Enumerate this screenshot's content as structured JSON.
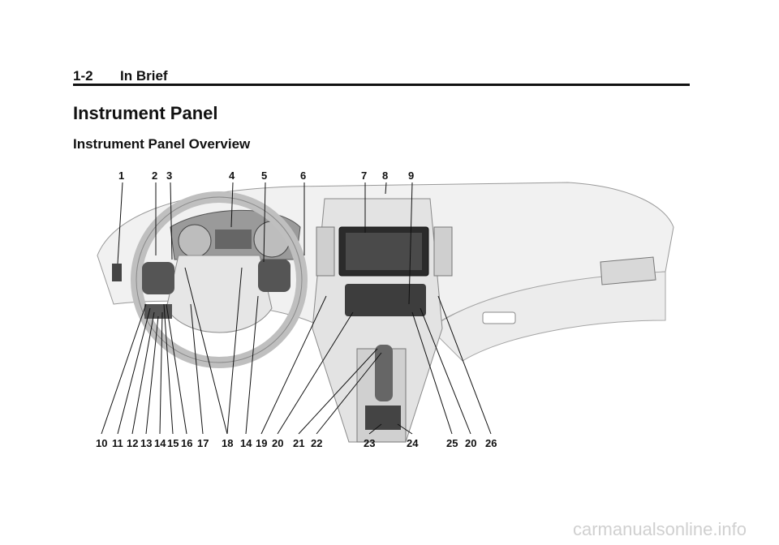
{
  "header": {
    "page_number": "1-2",
    "section": "In Brief"
  },
  "title": "Instrument Panel",
  "subtitle": "Instrument Panel Overview",
  "figure": {
    "callouts_top": [
      "1",
      "2",
      "3",
      "4",
      "5",
      "6",
      "7",
      "8",
      "9"
    ],
    "callouts_bottom": [
      "10",
      "11",
      "12",
      "13",
      "14",
      "15",
      "16",
      "17",
      "18",
      "14",
      "19",
      "20",
      "21",
      "22",
      "23",
      "24",
      "25",
      "20",
      "26"
    ]
  },
  "watermark": "carmanualsonline.info"
}
